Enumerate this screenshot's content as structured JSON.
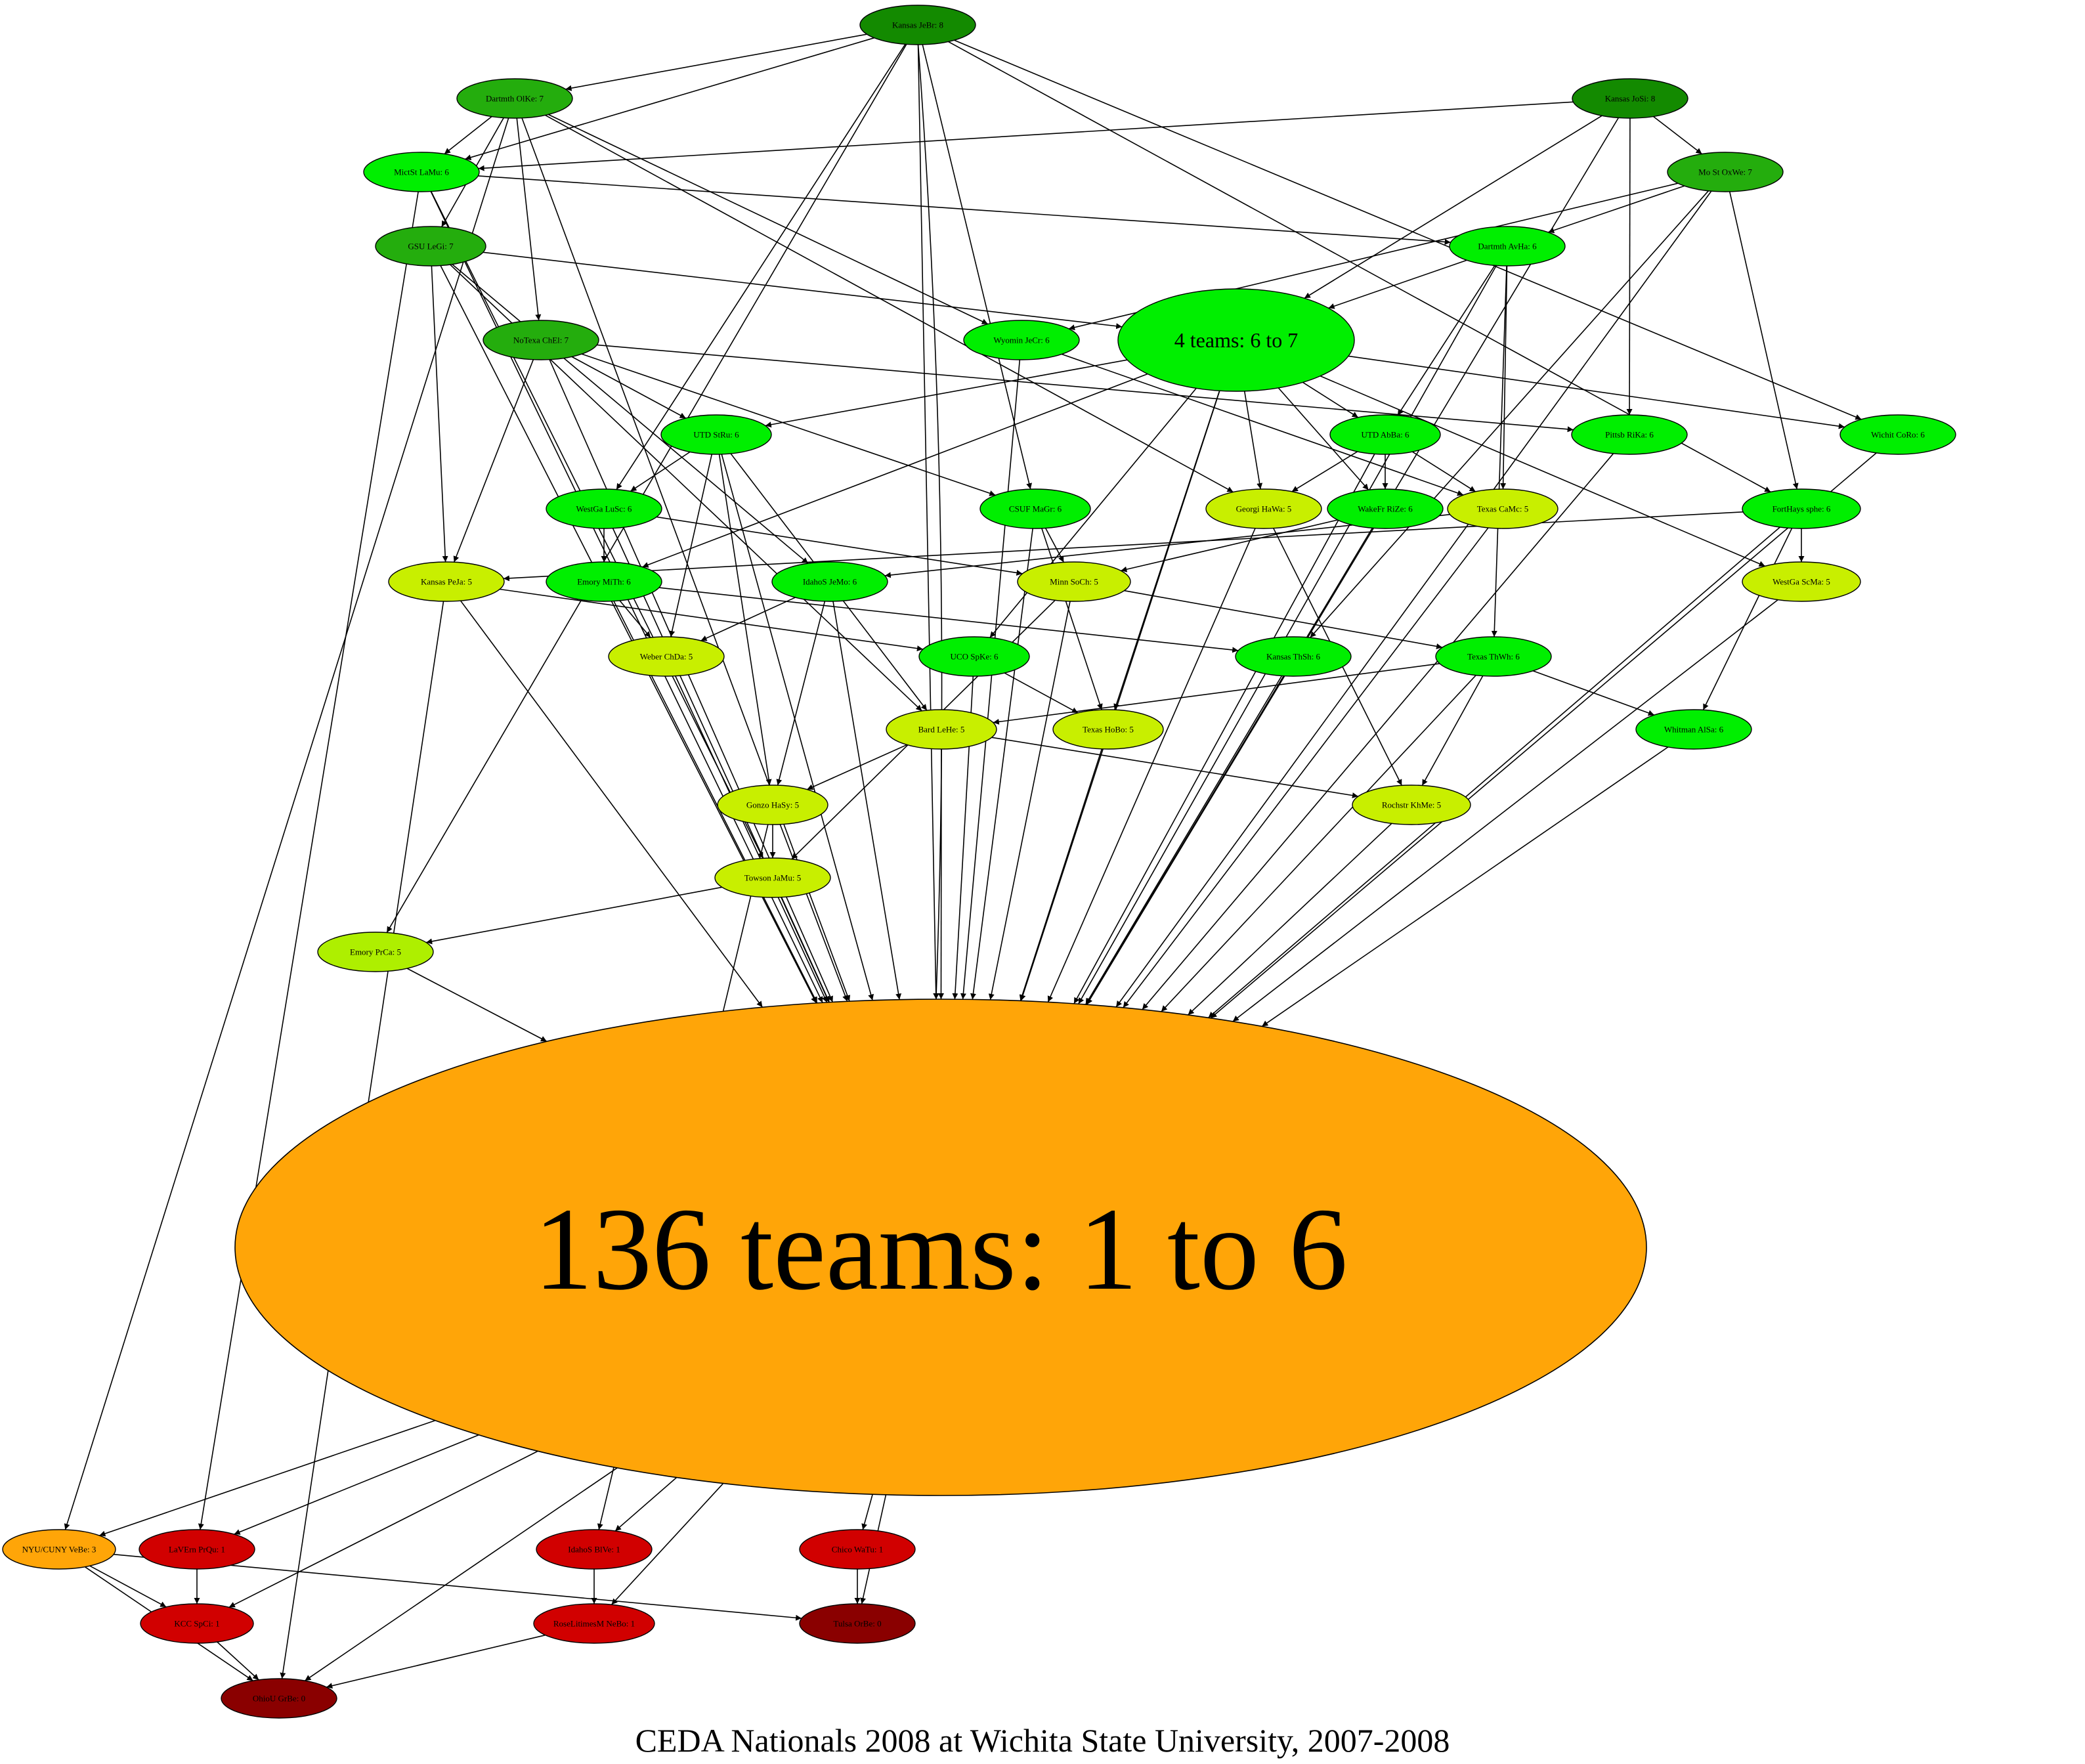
{
  "caption": "CEDA Nationals 2008 at Wichita State University, 2007-2008",
  "colors": {
    "rank8": "#138a00",
    "rank7": "#24ad0d",
    "rank6": "#00ef00",
    "rank5": "#c8ef00",
    "rank5b": "#aeef00",
    "group": "#ffa508",
    "rank1": "#d10000",
    "rank0": "#8a0000",
    "orange3": "#ffa508",
    "edge": "#000000"
  },
  "nodes": [
    {
      "id": "KJeBr",
      "label": "Kansas JeBr: 8",
      "color": "rank8"
    },
    {
      "id": "KJoSi",
      "label": "Kansas JoSi: 8",
      "color": "rank8"
    },
    {
      "id": "DOlKe",
      "label": "Dartmth OlKe: 7",
      "color": "rank7"
    },
    {
      "id": "MoSt",
      "label": "Mo St OxWe: 7",
      "color": "rank7"
    },
    {
      "id": "MictSt",
      "label": "MictSt LaMu: 6",
      "color": "rank6"
    },
    {
      "id": "GSU",
      "label": "GSU LeGi: 7",
      "color": "rank7"
    },
    {
      "id": "DAvHa",
      "label": "Dartmth AvHa: 6",
      "color": "rank6"
    },
    {
      "id": "NoTexa",
      "label": "NoTexa ChEl: 7",
      "color": "rank7"
    },
    {
      "id": "Wyomin",
      "label": "Wyomin JeCr: 6",
      "color": "rank6"
    },
    {
      "id": "G4",
      "label": "4 teams: 6 to 7",
      "color": "rank6"
    },
    {
      "id": "UTDSt",
      "label": "UTD StRu: 6",
      "color": "rank6"
    },
    {
      "id": "UTDAb",
      "label": "UTD AbBa: 6",
      "color": "rank6"
    },
    {
      "id": "Pittsb",
      "label": "Pittsb RiKa: 6",
      "color": "rank6"
    },
    {
      "id": "Wichit",
      "label": "Wichit CoRo: 6",
      "color": "rank6"
    },
    {
      "id": "WestGaLu",
      "label": "WestGa LuSc: 6",
      "color": "rank6"
    },
    {
      "id": "CSUF",
      "label": "CSUF MaGr: 6",
      "color": "rank6"
    },
    {
      "id": "Georgi",
      "label": "Georgi HaWa: 5",
      "color": "rank5"
    },
    {
      "id": "WakeFr",
      "label": "WakeFr RiZe: 6",
      "color": "rank6"
    },
    {
      "id": "TexasCa",
      "label": "Texas CaMc: 5",
      "color": "rank5"
    },
    {
      "id": "FortHays",
      "label": "FortHays sphe: 6",
      "color": "rank6"
    },
    {
      "id": "KansasPe",
      "label": "Kansas PeJa: 5",
      "color": "rank5"
    },
    {
      "id": "EmoryMi",
      "label": "Emory MiTh: 6",
      "color": "rank6"
    },
    {
      "id": "IdahoSJe",
      "label": "IdahoS JeMo: 6",
      "color": "rank6"
    },
    {
      "id": "MinnSo",
      "label": "Minn SoCh: 5",
      "color": "rank5"
    },
    {
      "id": "WestGaSc",
      "label": "WestGa ScMa: 5",
      "color": "rank5"
    },
    {
      "id": "Weber",
      "label": "Weber ChDa: 5",
      "color": "rank5"
    },
    {
      "id": "UCO",
      "label": "UCO SpKe: 6",
      "color": "rank6"
    },
    {
      "id": "KansasTh",
      "label": "Kansas ThSh: 6",
      "color": "rank6"
    },
    {
      "id": "TexasTh",
      "label": "Texas ThWh: 6",
      "color": "rank6"
    },
    {
      "id": "Bard",
      "label": "Bard LeHe: 5",
      "color": "rank5"
    },
    {
      "id": "TexasHo",
      "label": "Texas HoBo: 5",
      "color": "rank5"
    },
    {
      "id": "Whitman",
      "label": "Whitman AlSa: 6",
      "color": "rank6"
    },
    {
      "id": "Gonzo",
      "label": "Gonzo HaSy: 5",
      "color": "rank5"
    },
    {
      "id": "Rochstr",
      "label": "Rochstr KhMe: 5",
      "color": "rank5"
    },
    {
      "id": "Towson",
      "label": "Towson JaMu: 5",
      "color": "rank5"
    },
    {
      "id": "EmoryPr",
      "label": "Emory PrCa: 5",
      "color": "rank5b"
    },
    {
      "id": "G136",
      "label": "136 teams: 1 to 6",
      "color": "group"
    },
    {
      "id": "NYU",
      "label": "NYU/CUNY VeBe: 3",
      "color": "orange3"
    },
    {
      "id": "LaVerne",
      "label": "LaVErn PrQu: 1",
      "color": "rank1"
    },
    {
      "id": "IdahoSBl",
      "label": "IdahoS BlVe: 1",
      "color": "rank1"
    },
    {
      "id": "Chico",
      "label": "Chico WaTu: 1",
      "color": "rank1"
    },
    {
      "id": "KCC",
      "label": "KCC SpCi: 1",
      "color": "rank1"
    },
    {
      "id": "Rose",
      "label": "RoseLitimesM NeBo: 1",
      "color": "rank1"
    },
    {
      "id": "Ohio",
      "label": "OhioU GrBe: 0",
      "color": "rank0"
    },
    {
      "id": "Tulsa",
      "label": "Tulsa OrBe: 0",
      "color": "rank0"
    }
  ],
  "edges": [
    [
      "KJeBr",
      "DOlKe"
    ],
    [
      "KJeBr",
      "MictSt"
    ],
    [
      "KJeBr",
      "WestGaLu"
    ],
    [
      "KJeBr",
      "CSUF"
    ],
    [
      "KJeBr",
      "Wichit"
    ],
    [
      "KJeBr",
      "FortHays"
    ],
    [
      "KJeBr",
      "G136"
    ],
    [
      "KJeBr",
      "EmoryPr"
    ],
    [
      "KJeBr",
      "G136"
    ],
    [
      "KJoSi",
      "MoSt"
    ],
    [
      "KJoSi",
      "MictSt"
    ],
    [
      "KJoSi",
      "G4"
    ],
    [
      "KJoSi",
      "Pittsb"
    ],
    [
      "KJoSi",
      "G136"
    ],
    [
      "DOlKe",
      "MictSt"
    ],
    [
      "DOlKe",
      "GSU"
    ],
    [
      "DOlKe",
      "NoTexa"
    ],
    [
      "DOlKe",
      "Wyomin"
    ],
    [
      "DOlKe",
      "Georgi"
    ],
    [
      "DOlKe",
      "NYU"
    ],
    [
      "DOlKe",
      "G136"
    ],
    [
      "MoSt",
      "DAvHa"
    ],
    [
      "MoSt",
      "Wyomin"
    ],
    [
      "MoSt",
      "FortHays"
    ],
    [
      "MoSt",
      "KansasTh"
    ],
    [
      "MoSt",
      "G136"
    ],
    [
      "MictSt",
      "DAvHa"
    ],
    [
      "MictSt",
      "Towson"
    ],
    [
      "MictSt",
      "LaVerne"
    ],
    [
      "MictSt",
      "G136"
    ],
    [
      "GSU",
      "G4"
    ],
    [
      "GSU",
      "KansasPe"
    ],
    [
      "GSU",
      "IdahoSJe"
    ],
    [
      "GSU",
      "Bard"
    ],
    [
      "GSU",
      "G136"
    ],
    [
      "DAvHa",
      "G4"
    ],
    [
      "DAvHa",
      "UTDAb"
    ],
    [
      "DAvHa",
      "TexasCa"
    ],
    [
      "DAvHa",
      "TexasTh"
    ],
    [
      "DAvHa",
      "G136"
    ],
    [
      "NoTexa",
      "UTDSt"
    ],
    [
      "NoTexa",
      "CSUF"
    ],
    [
      "NoTexa",
      "Pittsb"
    ],
    [
      "NoTexa",
      "KansasPe"
    ],
    [
      "NoTexa",
      "G136"
    ],
    [
      "Wyomin",
      "TexasCa"
    ],
    [
      "Wyomin",
      "G136"
    ],
    [
      "G4",
      "UTDSt"
    ],
    [
      "G4",
      "UTDAb"
    ],
    [
      "G4",
      "Wichit"
    ],
    [
      "G4",
      "Georgi"
    ],
    [
      "G4",
      "WakeFr"
    ],
    [
      "G4",
      "UCO"
    ],
    [
      "G4",
      "TexasHo"
    ],
    [
      "G4",
      "EmoryMi"
    ],
    [
      "G4",
      "WestGaSc"
    ],
    [
      "G4",
      "G136"
    ],
    [
      "UTDSt",
      "WestGaLu"
    ],
    [
      "UTDSt",
      "Weber"
    ],
    [
      "UTDSt",
      "Gonzo"
    ],
    [
      "UTDSt",
      "Bard"
    ],
    [
      "UTDSt",
      "G136"
    ],
    [
      "UTDAb",
      "Georgi"
    ],
    [
      "UTDAb",
      "WakeFr"
    ],
    [
      "UTDAb",
      "TexasCa"
    ],
    [
      "UTDAb",
      "G136"
    ],
    [
      "Pittsb",
      "G136"
    ],
    [
      "Wichit",
      "G136"
    ],
    [
      "WestGaLu",
      "EmoryMi"
    ],
    [
      "WestGaLu",
      "MinnSo"
    ],
    [
      "WestGaLu",
      "G136"
    ],
    [
      "CSUF",
      "MinnSo"
    ],
    [
      "CSUF",
      "TexasHo"
    ],
    [
      "CSUF",
      "G136"
    ],
    [
      "Georgi",
      "Rochstr"
    ],
    [
      "Georgi",
      "G136"
    ],
    [
      "WakeFr",
      "MinnSo"
    ],
    [
      "WakeFr",
      "G136"
    ],
    [
      "TexasCa",
      "IdahoSJe"
    ],
    [
      "TexasCa",
      "G136"
    ],
    [
      "FortHays",
      "KansasPe"
    ],
    [
      "FortHays",
      "WestGaSc"
    ],
    [
      "FortHays",
      "Whitman"
    ],
    [
      "FortHays",
      "G136"
    ],
    [
      "KansasPe",
      "UCO"
    ],
    [
      "KansasPe",
      "Ohio"
    ],
    [
      "KansasPe",
      "G136"
    ],
    [
      "EmoryMi",
      "Weber"
    ],
    [
      "EmoryMi",
      "KansasTh"
    ],
    [
      "EmoryMi",
      "G136"
    ],
    [
      "IdahoSJe",
      "Weber"
    ],
    [
      "IdahoSJe",
      "Gonzo"
    ],
    [
      "IdahoSJe",
      "G136"
    ],
    [
      "MinnSo",
      "TexasTh"
    ],
    [
      "MinnSo",
      "Towson"
    ],
    [
      "MinnSo",
      "G136"
    ],
    [
      "WestGaSc",
      "G136"
    ],
    [
      "Weber",
      "G136"
    ],
    [
      "UCO",
      "TexasHo"
    ],
    [
      "UCO",
      "G136"
    ],
    [
      "KansasTh",
      "G136"
    ],
    [
      "TexasTh",
      "Bard"
    ],
    [
      "TexasTh",
      "Rochstr"
    ],
    [
      "TexasTh",
      "Whitman"
    ],
    [
      "TexasTh",
      "G136"
    ],
    [
      "Bard",
      "Gonzo"
    ],
    [
      "Bard",
      "Rochstr"
    ],
    [
      "Bard",
      "G136"
    ],
    [
      "TexasHo",
      "G136"
    ],
    [
      "Whitman",
      "G136"
    ],
    [
      "Gonzo",
      "Towson"
    ],
    [
      "Gonzo",
      "IdahoSBl"
    ],
    [
      "Gonzo",
      "G136"
    ],
    [
      "Rochstr",
      "G136"
    ],
    [
      "Towson",
      "EmoryPr"
    ],
    [
      "Towson",
      "G136"
    ],
    [
      "EmoryPr",
      "G136"
    ],
    [
      "G136",
      "NYU"
    ],
    [
      "G136",
      "LaVerne"
    ],
    [
      "G136",
      "IdahoSBl"
    ],
    [
      "G136",
      "Chico"
    ],
    [
      "G136",
      "KCC"
    ],
    [
      "G136",
      "Rose"
    ],
    [
      "G136",
      "Ohio"
    ],
    [
      "G136",
      "Tulsa"
    ],
    [
      "NYU",
      "KCC"
    ],
    [
      "NYU",
      "Ohio"
    ],
    [
      "NYU",
      "Tulsa"
    ],
    [
      "LaVerne",
      "KCC"
    ],
    [
      "IdahoSBl",
      "Rose"
    ],
    [
      "Chico",
      "Tulsa"
    ],
    [
      "KCC",
      "Ohio"
    ],
    [
      "Rose",
      "Ohio"
    ]
  ]
}
